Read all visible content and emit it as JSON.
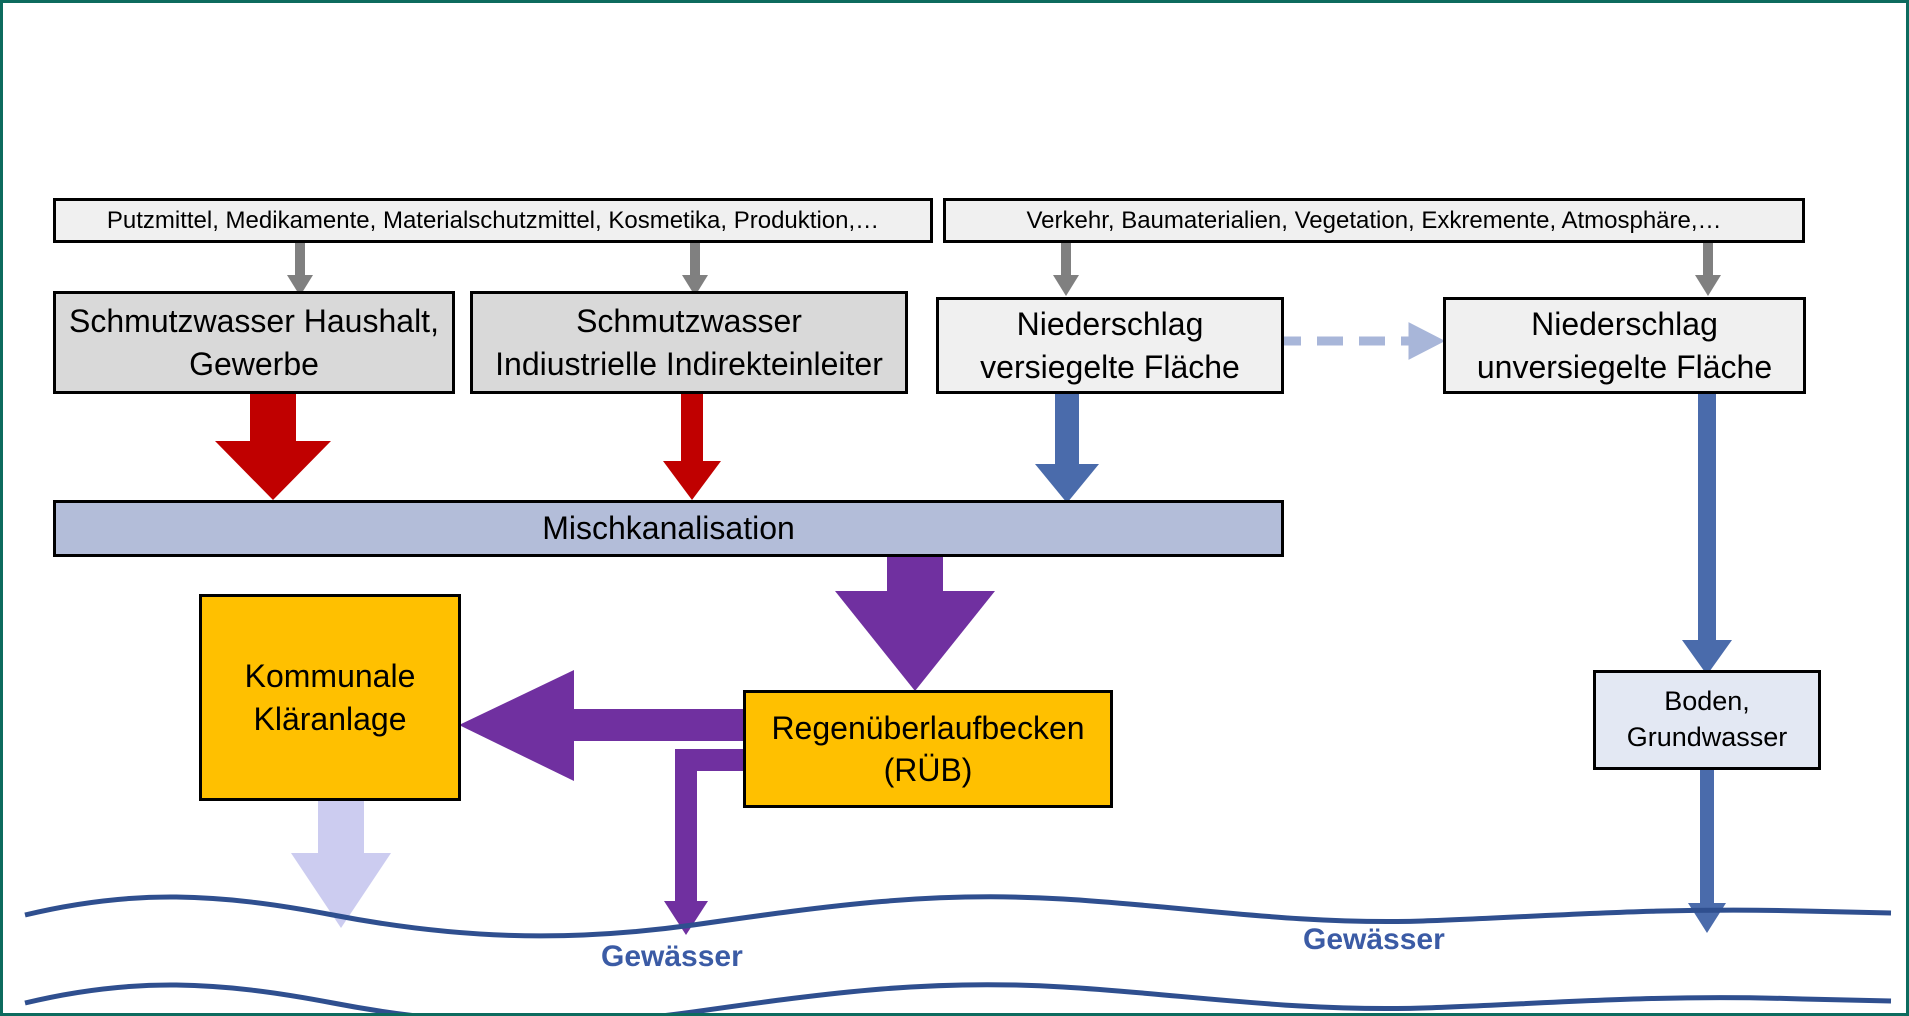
{
  "diagram": {
    "title_visible": false,
    "border_color": "#0d6b5e",
    "colors": {
      "grey_box_fill": "#d9d9d9",
      "light_box_fill": "#f0f0f0",
      "bar_fill": "#b3bdd9",
      "orange_fill": "#ffc000",
      "soil_fill": "#e3e8f3",
      "red_arrow": "#c00000",
      "blue_arrow": "#4a6bab",
      "purple_arrow": "#7030a0",
      "lavender_arrow": "#ccccf0",
      "grey_arrow": "#808080",
      "dashed_arrow": "#a8b6d9",
      "water_line": "#2f4f8f",
      "water_label": "#3b5ba5"
    }
  },
  "sources": {
    "wastewater_inputs": "Putzmittel, Medikamente, Materialschutzmittel, Kosmetika, Produktion,…",
    "runoff_inputs": "Verkehr, Baumaterialien, Vegetation, Exkremente, Atmosphäre,…"
  },
  "nodes": {
    "household": {
      "line1": "Schmutzwasser Haushalt,",
      "line2": "Gewerbe"
    },
    "industrial": {
      "line1": "Schmutzwasser",
      "line2": "Indiustrielle Indirekteinleiter"
    },
    "sealed": {
      "line1": "Niederschlag",
      "line2": "versiegelte Fläche"
    },
    "unsealed": {
      "line1": "Niederschlag",
      "line2": "unversiegelte Fläche"
    },
    "sewer": {
      "label": "Mischkanalisation"
    },
    "wwtp": {
      "line1": "Kommunale",
      "line2": "Kläranlage"
    },
    "cso": {
      "line1": "Regenüberlaufbecken",
      "line2": "(RÜB)"
    },
    "soil": {
      "line1": "Boden,",
      "line2": "Grundwasser"
    }
  },
  "water": {
    "label_left": "Gewässer",
    "label_right": "Gewässer"
  }
}
